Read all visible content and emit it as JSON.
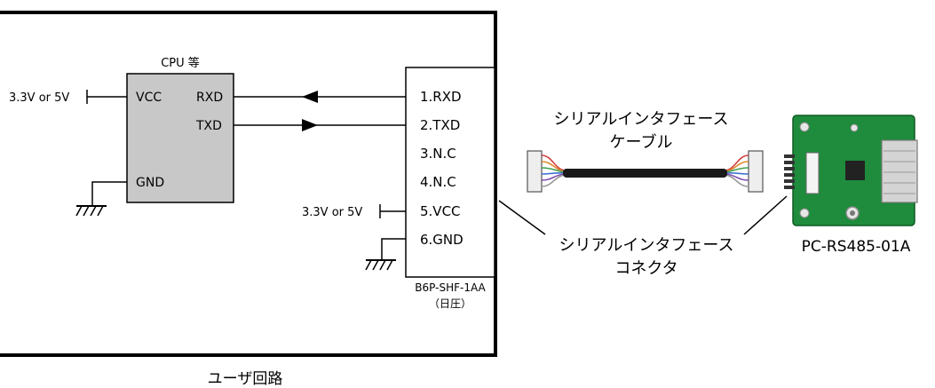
{
  "cpu": {
    "title": "CPU 等",
    "pin_vcc": "VCC",
    "pin_rxd": "RXD",
    "pin_txd": "TXD",
    "pin_gnd": "GND",
    "supply_label": "3.3V or 5V"
  },
  "connector": {
    "pins": [
      "1.RXD",
      "2.TXD",
      "3.N.C",
      "4.N.C",
      "5.VCC",
      "6.GND"
    ],
    "supply_label": "3.3V or 5V",
    "part_number": "B6P-SHF-1AA",
    "maker": "（日圧）"
  },
  "cable_label": [
    "シリアルインタフェース",
    "ケーブル"
  ],
  "connector_label": [
    "シリアルインタフェース",
    "コネクタ"
  ],
  "board_label": "PC-RS485-01A",
  "user_circuit_label": "ユーザ回路",
  "colors": {
    "cpu_fill": "#c8c8c8",
    "board_green": "#1e8c3c",
    "cable": "#1a1a1a",
    "line": "#000000"
  }
}
